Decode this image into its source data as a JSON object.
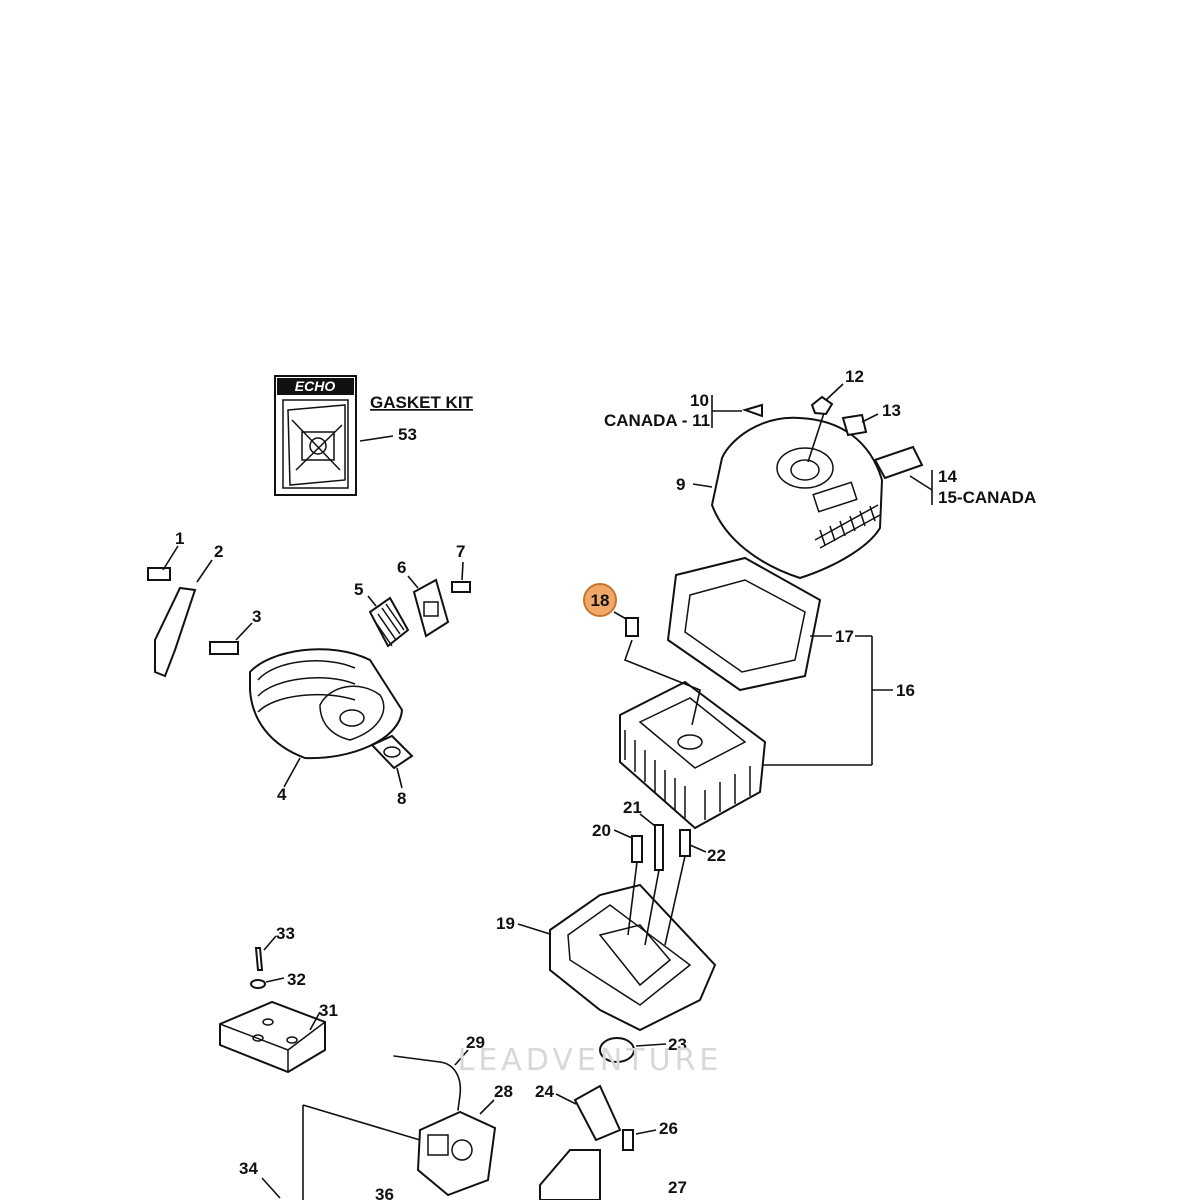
{
  "kit": {
    "logo_text": "ECHO",
    "title": "GASKET KIT"
  },
  "watermark": "LEADVENTURE",
  "highlight": {
    "label": "18",
    "color": "#f0a868",
    "stroke": "#c8742e"
  },
  "labels": {
    "p1": "1",
    "p2": "2",
    "p3": "3",
    "p4": "4",
    "p5": "5",
    "p6": "6",
    "p7": "7",
    "p8": "8",
    "p9": "9",
    "p10": "10",
    "canada11": "CANADA - 11",
    "p12": "12",
    "p13": "13",
    "p14": "14",
    "canada15": "15-CANADA",
    "p16": "16",
    "p17": "17",
    "p19": "19",
    "p20": "20",
    "p21": "21",
    "p22": "22",
    "p23": "23",
    "p24": "24",
    "p26": "26",
    "p27": "27",
    "p28": "28",
    "p29": "29",
    "p31": "31",
    "p32": "32",
    "p33": "33",
    "p34": "34",
    "p36": "36",
    "p53": "53"
  }
}
